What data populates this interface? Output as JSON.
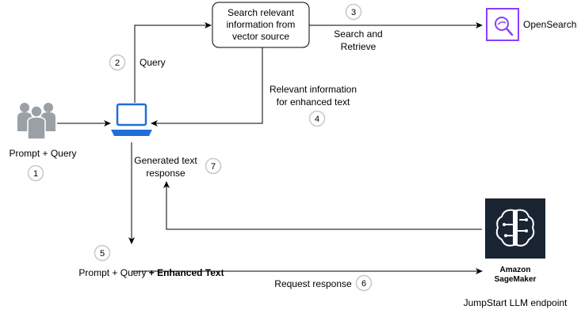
{
  "colors": {
    "line": "#000000",
    "users": "#9aa0a6",
    "laptop": "#1f6fd9",
    "opensearch": "#8a3ffc",
    "sagemaker_bg": "#1a2433",
    "sagemaker_fg": "#ffffff",
    "badge_fill": "#ffffff",
    "badge_stroke": "#c8c8c8"
  },
  "nodes": {
    "users_label": "Prompt + Query",
    "search_box": [
      "Search relevant",
      "information from",
      "vector source"
    ],
    "opensearch_label": "OpenSearch",
    "sagemaker_label": [
      "Amazon",
      "SageMaker"
    ],
    "jumpstart_label": "JumpStart LLM endpoint",
    "enhanced_prompt": {
      "plain": "Prompt + Query ",
      "bold": "+ Enhanced Text"
    }
  },
  "edges": {
    "query": "Query",
    "search_retrieve": [
      "Search and",
      "Retrieve"
    ],
    "relevant_info": [
      "Relevant information",
      "for enhanced text"
    ],
    "generated_text": [
      "Generated text",
      "response"
    ],
    "request_response": "Request response"
  },
  "steps": [
    "1",
    "2",
    "3",
    "4",
    "5",
    "6",
    "7"
  ],
  "icons": {
    "users": "users-group-icon",
    "laptop": "laptop-icon",
    "opensearch": "opensearch-icon",
    "sagemaker": "sagemaker-brain-icon"
  }
}
